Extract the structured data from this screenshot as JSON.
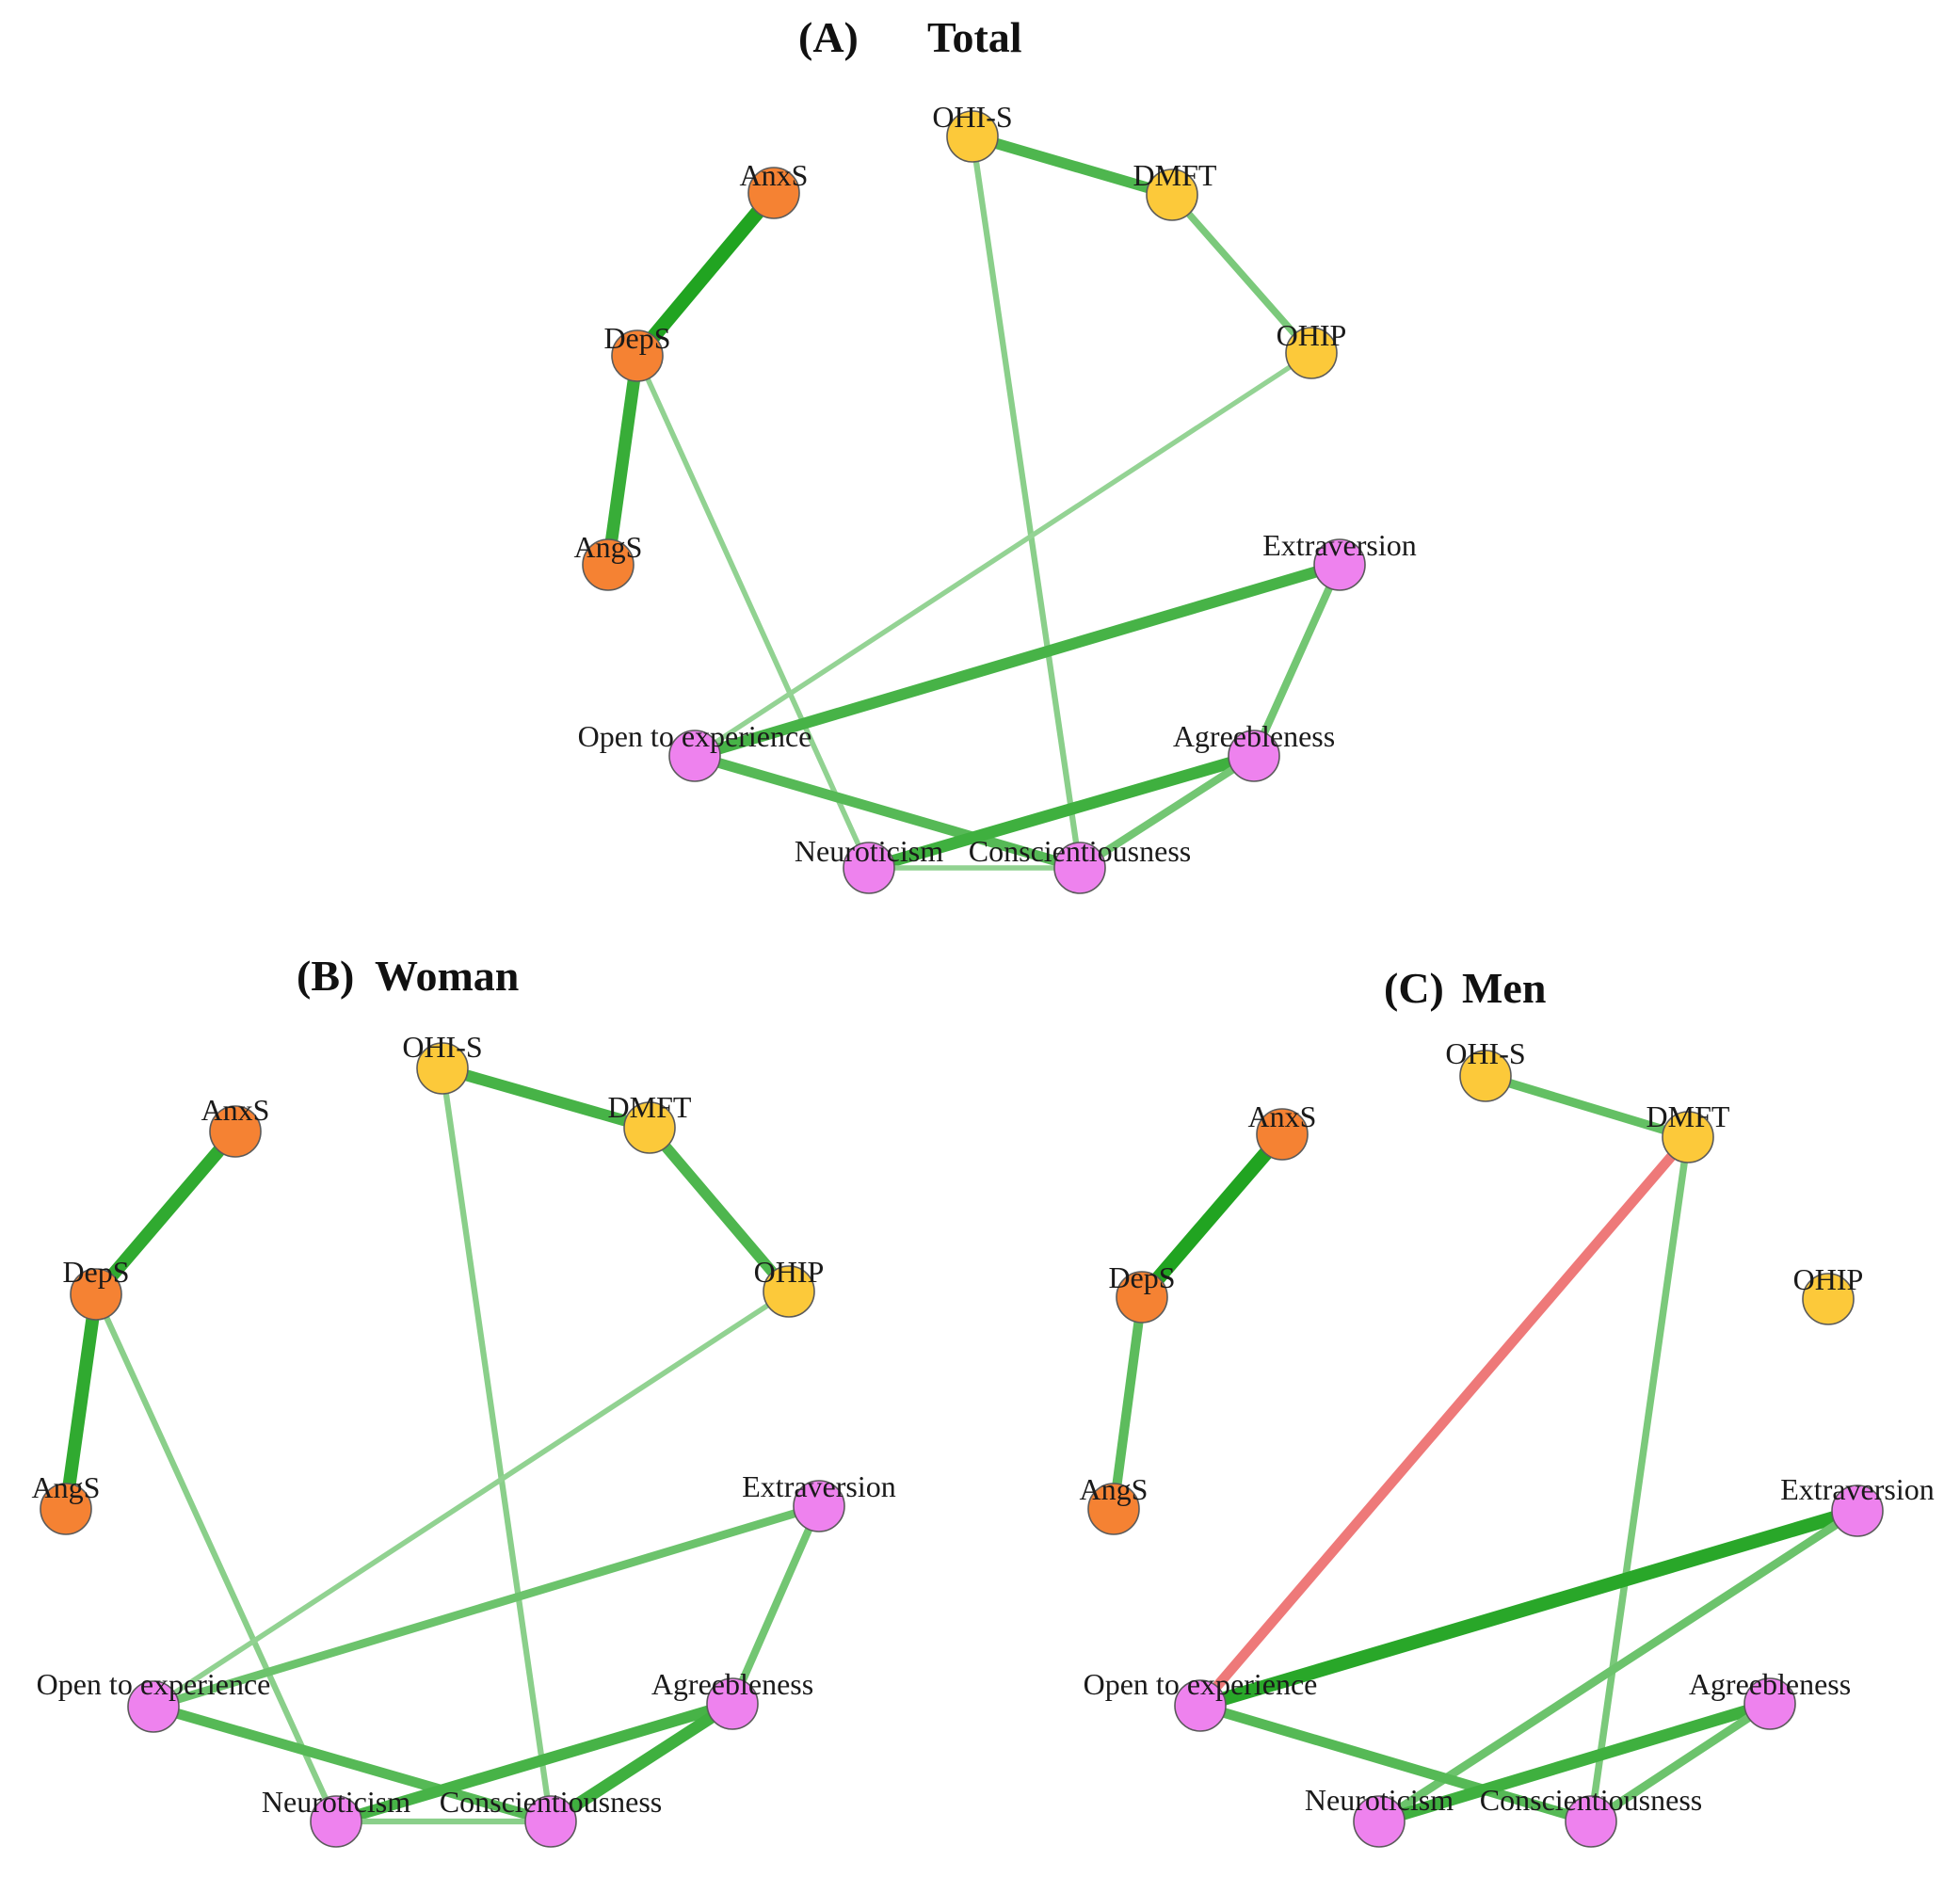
{
  "figure": {
    "colors": {
      "anxiety_group": "#F58233",
      "oral_health_group": "#FCC93A",
      "personality_group": "#EE82EE",
      "positive_edge": "#1AA11A",
      "negative_edge": "#E84A4A",
      "background": "#FFFFFF"
    },
    "panels": [
      {
        "id": "A",
        "title_letter": "(A)",
        "title_name": "Total",
        "nodes": [
          {
            "id": "AnxS",
            "label": "AnxS",
            "group": "anxiety_group"
          },
          {
            "id": "DepS",
            "label": "DepS",
            "group": "anxiety_group"
          },
          {
            "id": "AngS",
            "label": "AngS",
            "group": "anxiety_group"
          },
          {
            "id": "OHI-S",
            "label": "OHI-S",
            "group": "oral_health_group"
          },
          {
            "id": "DMFT",
            "label": "DMFT",
            "group": "oral_health_group"
          },
          {
            "id": "OHIP",
            "label": "OHIP",
            "group": "oral_health_group"
          },
          {
            "id": "Extraversion",
            "label": "Extraversion",
            "group": "personality_group"
          },
          {
            "id": "Open",
            "label": "Open to experience",
            "group": "personality_group"
          },
          {
            "id": "Agreeableness",
            "label": "Agreebleness",
            "group": "personality_group"
          },
          {
            "id": "Neuroticism",
            "label": "Neuroticism",
            "group": "personality_group"
          },
          {
            "id": "Conscientiousness",
            "label": "Conscientiousness",
            "group": "personality_group"
          }
        ],
        "edges": [
          {
            "from": "AnxS",
            "to": "DepS",
            "sign": "positive",
            "strength": 0.95
          },
          {
            "from": "DepS",
            "to": "AngS",
            "sign": "positive",
            "strength": 0.8
          },
          {
            "from": "OHI-S",
            "to": "DMFT",
            "sign": "positive",
            "strength": 0.65
          },
          {
            "from": "DMFT",
            "to": "OHIP",
            "sign": "positive",
            "strength": 0.35
          },
          {
            "from": "OHI-S",
            "to": "Conscientiousness",
            "sign": "positive",
            "strength": 0.25
          },
          {
            "from": "DepS",
            "to": "Neuroticism",
            "sign": "positive",
            "strength": 0.2
          },
          {
            "from": "OHIP",
            "to": "Open",
            "sign": "positive",
            "strength": 0.18
          },
          {
            "from": "Extraversion",
            "to": "Open",
            "sign": "positive",
            "strength": 0.7
          },
          {
            "from": "Extraversion",
            "to": "Agreeableness",
            "sign": "positive",
            "strength": 0.4
          },
          {
            "from": "Open",
            "to": "Conscientiousness",
            "sign": "positive",
            "strength": 0.6
          },
          {
            "from": "Agreeableness",
            "to": "Neuroticism",
            "sign": "positive",
            "strength": 0.75
          },
          {
            "from": "Agreeableness",
            "to": "Conscientiousness",
            "sign": "positive",
            "strength": 0.4
          },
          {
            "from": "Neuroticism",
            "to": "Conscientiousness",
            "sign": "positive",
            "strength": 0.2
          }
        ]
      },
      {
        "id": "B",
        "title_letter": "(B)",
        "title_name": "Woman",
        "nodes": [
          {
            "id": "AnxS",
            "label": "AnxS",
            "group": "anxiety_group"
          },
          {
            "id": "DepS",
            "label": "DepS",
            "group": "anxiety_group"
          },
          {
            "id": "AngS",
            "label": "AngS",
            "group": "anxiety_group"
          },
          {
            "id": "OHI-S",
            "label": "OHI-S",
            "group": "oral_health_group"
          },
          {
            "id": "DMFT",
            "label": "DMFT",
            "group": "oral_health_group"
          },
          {
            "id": "OHIP",
            "label": "OHIP",
            "group": "oral_health_group"
          },
          {
            "id": "Extraversion",
            "label": "Extraversion",
            "group": "personality_group"
          },
          {
            "id": "Open",
            "label": "Open to experience",
            "group": "personality_group"
          },
          {
            "id": "Agreeableness",
            "label": "Agreebleness",
            "group": "personality_group"
          },
          {
            "id": "Neuroticism",
            "label": "Neuroticism",
            "group": "personality_group"
          },
          {
            "id": "Conscientiousness",
            "label": "Conscientiousness",
            "group": "personality_group"
          }
        ],
        "edges": [
          {
            "from": "AnxS",
            "to": "DepS",
            "sign": "positive",
            "strength": 0.85
          },
          {
            "from": "DepS",
            "to": "AngS",
            "sign": "positive",
            "strength": 0.85
          },
          {
            "from": "OHI-S",
            "to": "DMFT",
            "sign": "positive",
            "strength": 0.7
          },
          {
            "from": "DMFT",
            "to": "OHIP",
            "sign": "positive",
            "strength": 0.65
          },
          {
            "from": "OHI-S",
            "to": "Conscientiousness",
            "sign": "positive",
            "strength": 0.25
          },
          {
            "from": "DepS",
            "to": "Neuroticism",
            "sign": "positive",
            "strength": 0.25
          },
          {
            "from": "OHIP",
            "to": "Open",
            "sign": "positive",
            "strength": 0.2
          },
          {
            "from": "Extraversion",
            "to": "Open",
            "sign": "positive",
            "strength": 0.45
          },
          {
            "from": "Extraversion",
            "to": "Agreeableness",
            "sign": "positive",
            "strength": 0.4
          },
          {
            "from": "Open",
            "to": "Conscientiousness",
            "sign": "positive",
            "strength": 0.6
          },
          {
            "from": "Agreeableness",
            "to": "Neuroticism",
            "sign": "positive",
            "strength": 0.7
          },
          {
            "from": "Agreeableness",
            "to": "Conscientiousness",
            "sign": "positive",
            "strength": 0.75
          },
          {
            "from": "Neuroticism",
            "to": "Conscientiousness",
            "sign": "positive",
            "strength": 0.25
          }
        ]
      },
      {
        "id": "C",
        "title_letter": "(C)",
        "title_name": "Men",
        "nodes": [
          {
            "id": "AnxS",
            "label": "AnxS",
            "group": "anxiety_group"
          },
          {
            "id": "DepS",
            "label": "DepS",
            "group": "anxiety_group"
          },
          {
            "id": "AngS",
            "label": "AngS",
            "group": "anxiety_group"
          },
          {
            "id": "OHI-S",
            "label": "OHI-S",
            "group": "oral_health_group"
          },
          {
            "id": "DMFT",
            "label": "DMFT",
            "group": "oral_health_group"
          },
          {
            "id": "OHIP",
            "label": "OHIP",
            "group": "oral_health_group"
          },
          {
            "id": "Extraversion",
            "label": "Extraversion",
            "group": "personality_group"
          },
          {
            "id": "Open",
            "label": "Open to experience",
            "group": "personality_group"
          },
          {
            "id": "Agreeableness",
            "label": "Agreebleness",
            "group": "personality_group"
          },
          {
            "id": "Neuroticism",
            "label": "Neuroticism",
            "group": "personality_group"
          },
          {
            "id": "Conscientiousness",
            "label": "Conscientiousness",
            "group": "personality_group"
          }
        ],
        "edges": [
          {
            "from": "AnxS",
            "to": "DepS",
            "sign": "positive",
            "strength": 0.95
          },
          {
            "from": "DepS",
            "to": "AngS",
            "sign": "positive",
            "strength": 0.55
          },
          {
            "from": "OHI-S",
            "to": "DMFT",
            "sign": "positive",
            "strength": 0.5
          },
          {
            "from": "DMFT",
            "to": "Open",
            "sign": "negative",
            "strength": 0.6
          },
          {
            "from": "DMFT",
            "to": "Conscientiousness",
            "sign": "positive",
            "strength": 0.35
          },
          {
            "from": "Extraversion",
            "to": "Open",
            "sign": "positive",
            "strength": 0.9
          },
          {
            "from": "Extraversion",
            "to": "Neuroticism",
            "sign": "positive",
            "strength": 0.45
          },
          {
            "from": "Open",
            "to": "Conscientiousness",
            "sign": "positive",
            "strength": 0.6
          },
          {
            "from": "Agreeableness",
            "to": "Neuroticism",
            "sign": "positive",
            "strength": 0.75
          },
          {
            "from": "Agreeableness",
            "to": "Conscientiousness",
            "sign": "positive",
            "strength": 0.45
          }
        ]
      }
    ]
  }
}
